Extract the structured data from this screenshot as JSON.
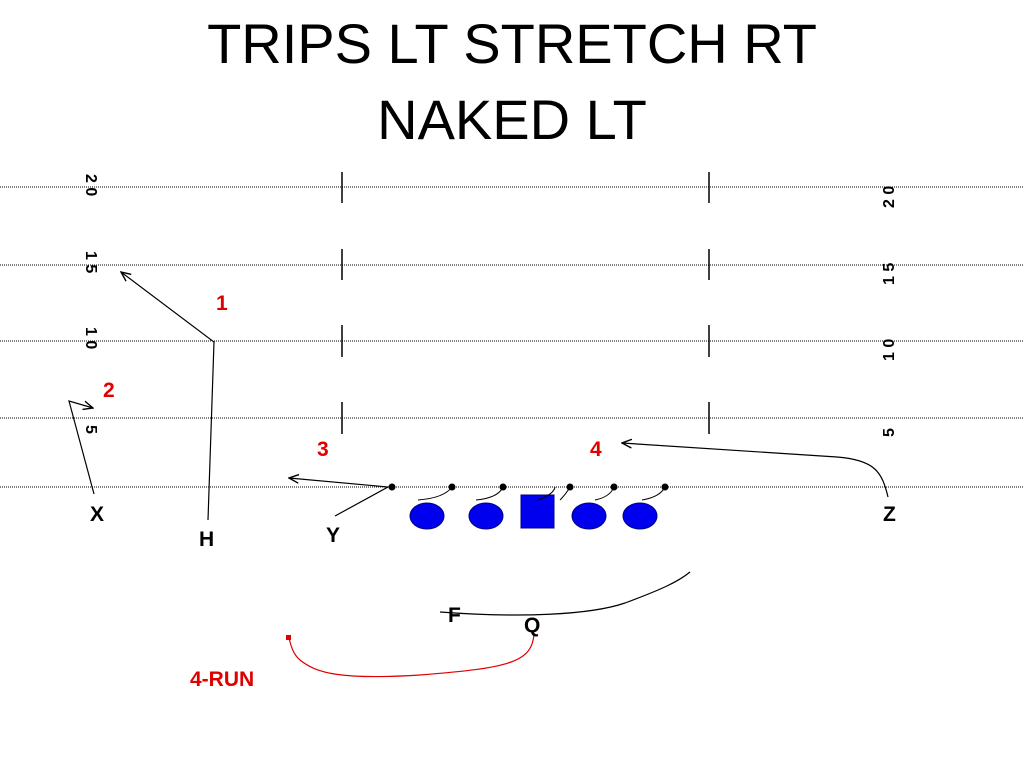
{
  "title": {
    "line1": "TRIPS LT STRETCH RT",
    "line2": "NAKED LT"
  },
  "yard_markers": [
    "2 0",
    "1 5",
    "1 0",
    "5"
  ],
  "players": {
    "x": "X",
    "h": "H",
    "y": "Y",
    "z": "Z",
    "f": "F",
    "q": "Q"
  },
  "route_numbers": [
    "1",
    "2",
    "3",
    "4"
  ],
  "run_label": "4-RUN",
  "colors": {
    "lineman_fill": "#0000ee",
    "lineman_stroke": "#000080",
    "route_number": "#e00000",
    "route_line": "#000000",
    "qb_path": "#e00000"
  }
}
